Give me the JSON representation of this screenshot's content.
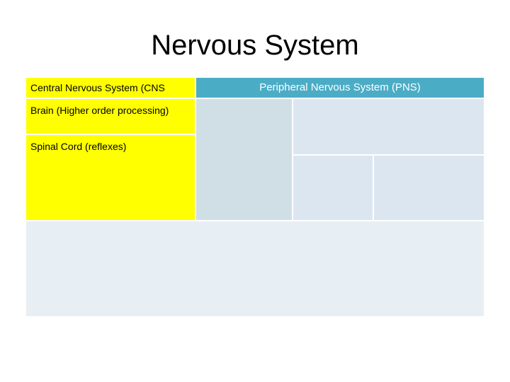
{
  "slide": {
    "title": "Nervous System"
  },
  "table": {
    "cns_header": "Central Nervous System (CNS",
    "pns_header": "Peripheral Nervous System (PNS)",
    "cns_items": [
      "Brain (Higher order processing)",
      "Spinal Cord (reflexes)"
    ]
  },
  "colors": {
    "cns": "#ffff00",
    "pns_header": "#4bacc6",
    "pns_cells": "#dce6f0",
    "bottom_row": "#e8eff4"
  }
}
